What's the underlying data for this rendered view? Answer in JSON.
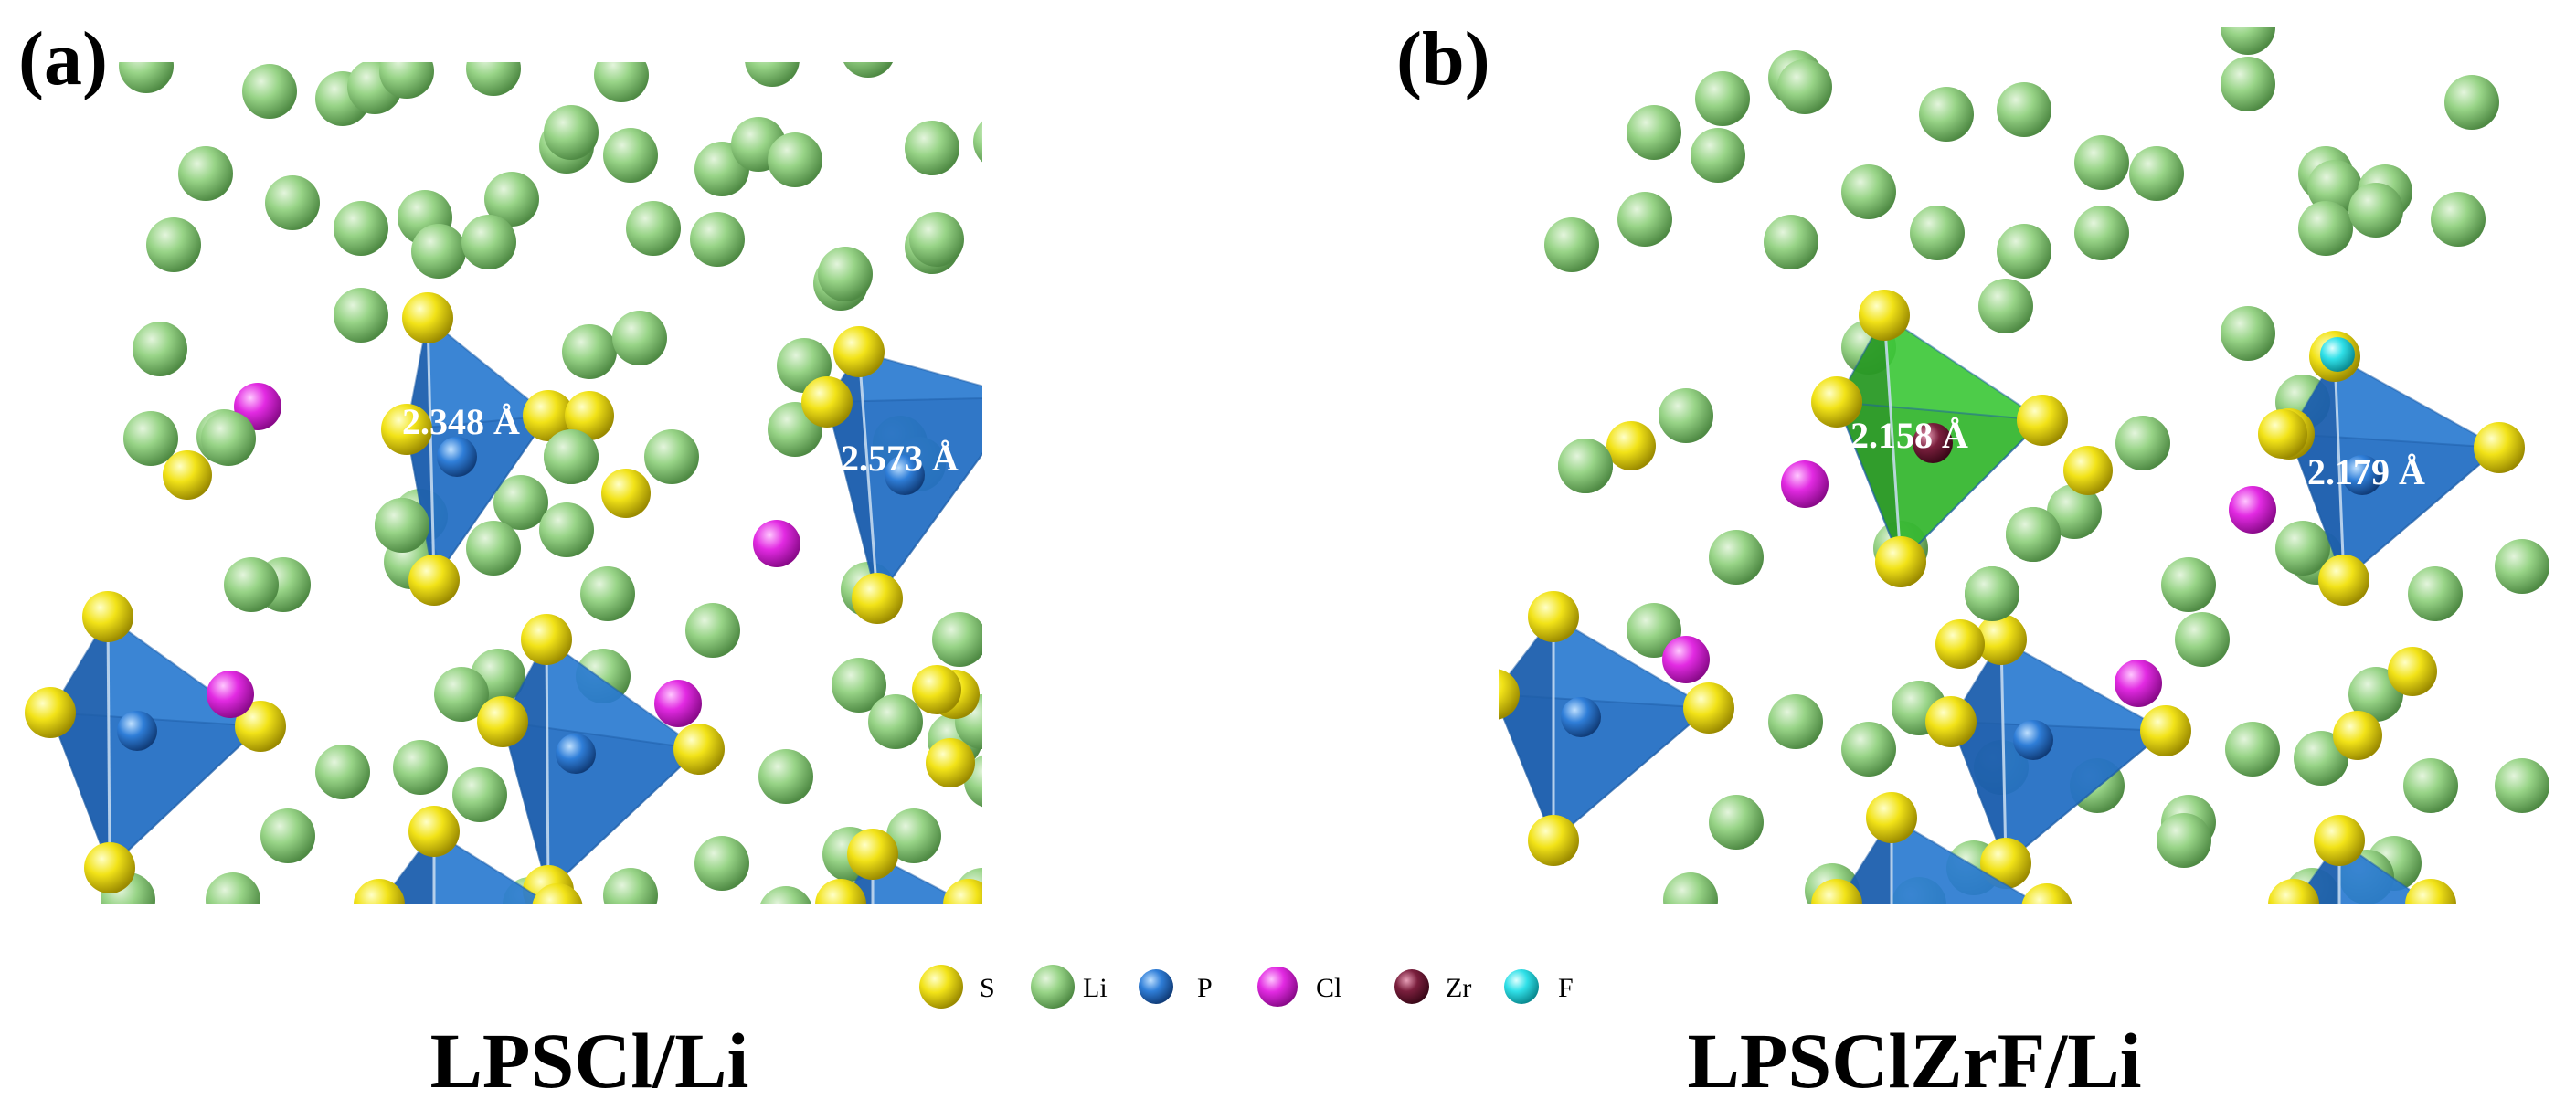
{
  "figure": {
    "panels": [
      {
        "label": "(a)",
        "caption": "LPSCl/Li",
        "distance_labels": [
          "2.348 Å",
          "2.573 Å"
        ]
      },
      {
        "label": "(b)",
        "caption": "LPSClZrF/Li",
        "distance_labels": [
          "2.158 Å",
          "2.179 Å"
        ]
      }
    ],
    "legend": [
      {
        "label": "S",
        "color": "#f0e010"
      },
      {
        "label": "Li",
        "color": "#86c978"
      },
      {
        "label": "P",
        "color": "#2f7ed8"
      },
      {
        "label": "Cl",
        "color": "#e020e0"
      },
      {
        "label": "Zr",
        "color": "#7a1f3d"
      },
      {
        "label": "F",
        "color": "#30e0e8"
      }
    ],
    "colors": {
      "PS4_tetrahedron": "#2a7bd0",
      "ZrS4_tetrahedron": "#3ec83a"
    }
  }
}
